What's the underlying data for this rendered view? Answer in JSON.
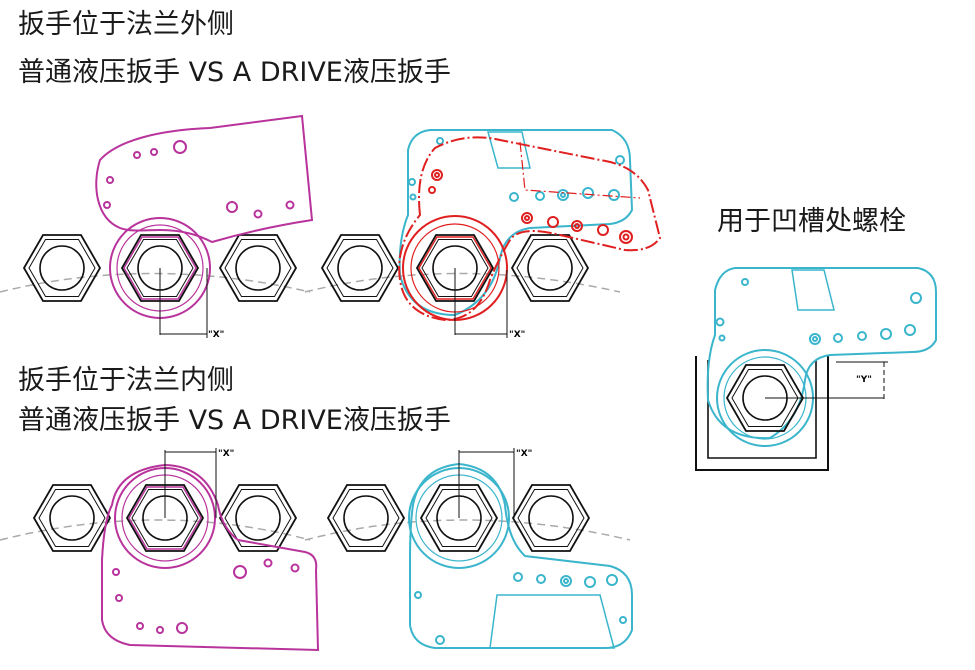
{
  "headings": {
    "top_line1": "扳手位于法兰外侧",
    "top_line2": "普通液压扳手 VS A DRIVE液压扳手",
    "bottom_line1": "扳手位于法兰内侧",
    "bottom_line2": "普通液压扳手 VS A DRIVE液压扳手",
    "side_label": "用于凹槽处螺栓"
  },
  "dimension_labels": {
    "x": "\"X\"",
    "y": "\"Y\""
  },
  "colors": {
    "conventional_wrench": "#b8339b",
    "adrive_wrench": "#3ab5cc",
    "adrive_overlay": "#e02020",
    "nut": "#111111",
    "flange_line": "#aaaaaa"
  }
}
